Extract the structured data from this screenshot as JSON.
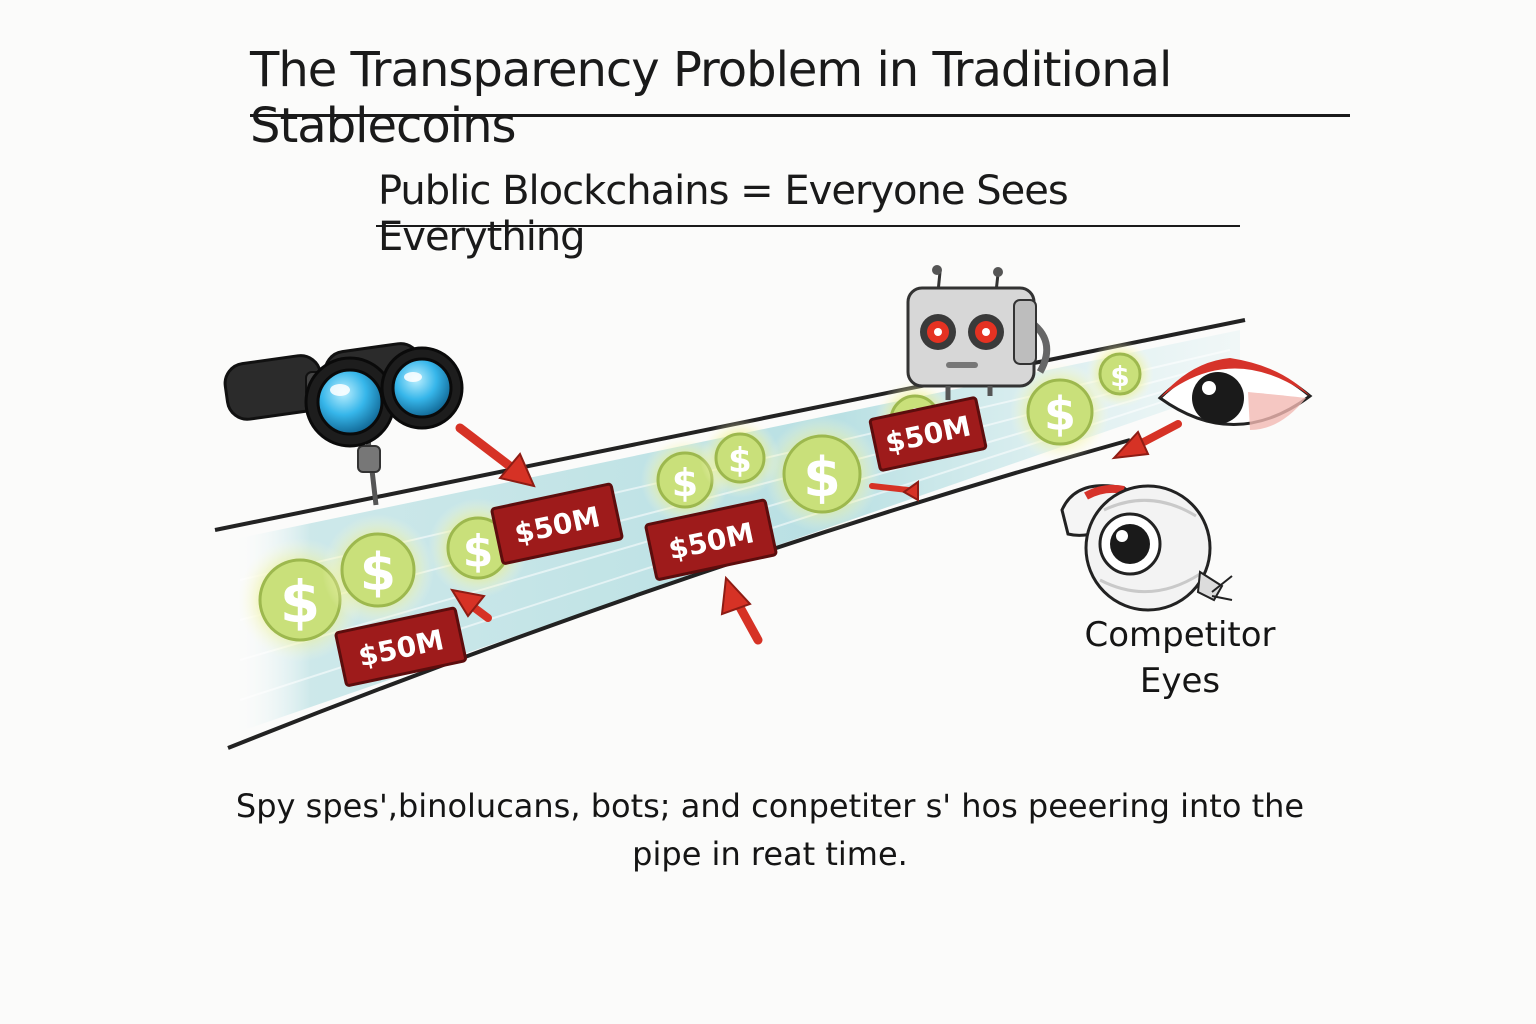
{
  "title": "The Transparency Problem in Traditional Stablecoins",
  "subtitle": "Public Blockchains = Everyone Sees Everything",
  "tags": {
    "amount_1": "$50M",
    "amount_2": "$50M",
    "amount_3": "$50M",
    "amount_4": "$50M"
  },
  "coin_symbol": "$",
  "competitor_label": {
    "line1": "Competitor",
    "line2": "Eyes"
  },
  "caption": {
    "line1": "Spy spes',binolucans, bots; and conpetiter s' hos peeering into the",
    "line2": "pipe in reat time."
  },
  "icons": [
    "binoculars-icon",
    "robot-icon",
    "eye-icon",
    "eyeball-icon",
    "arrow-icon",
    "coin-icon"
  ],
  "colors": {
    "tag": "#9e1b1b",
    "arrow": "#d63225",
    "coin": "#c9e07a",
    "coin_glow": "#f3f2a0",
    "pipe_flow": "#9fd3d8",
    "eye_red": "#d6332a",
    "binocular_lens": "#36b6ea"
  }
}
